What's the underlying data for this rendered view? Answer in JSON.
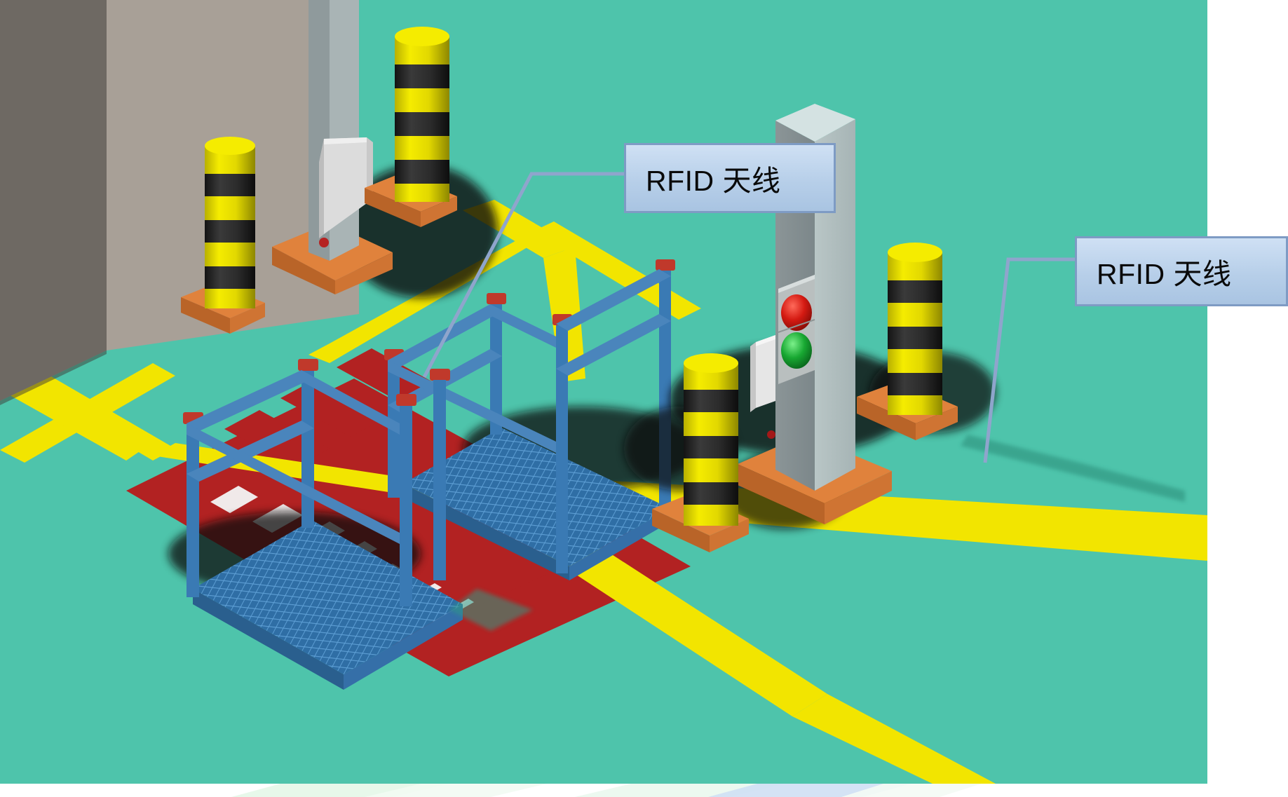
{
  "scene": {
    "title": "RFID warehouse gate 3D layout",
    "floor_color": "#4ec4ab",
    "lane_line_color": "#f2e500",
    "restricted_zone_color": "#b22222",
    "rack_color": "#2f6ea5",
    "rack_cap_color": "#c0392b",
    "bollard_body_color": "#efe600",
    "bollard_stripe_color": "#2b2b2b",
    "bollard_base_color": "#e0823c",
    "building_wall_left_color": "#6e6963",
    "building_wall_right_color": "#a8a097",
    "pillar_color": "#8f9a9c",
    "antenna_panel_color": "#dcdcdc",
    "signal_pole_color": "#9aa5a8",
    "signal_red_color": "#cc1111",
    "signal_green_color": "#1aa32e",
    "callout_fill_color": "#b7cfe9",
    "callout_border_color": "#7e9bc4"
  },
  "callouts": [
    {
      "id": "callout-1",
      "text": "RFID 天线",
      "target": "gate-pillar-antenna"
    },
    {
      "id": "callout-2",
      "text": "RFID 天线",
      "target": "signal-pole-antenna"
    }
  ],
  "objects": {
    "building": {
      "name": "warehouse-building"
    },
    "gate_pillar": {
      "name": "gate-pillar"
    },
    "antenna_panel": {
      "name": "rfid-antenna-panel"
    },
    "signal_pole": {
      "name": "traffic-signal-pole"
    },
    "traffic_light": {
      "lamps": [
        "red",
        "green"
      ]
    },
    "bollards_count": 4,
    "pallet_racks_count": 2,
    "floor_markings": [
      "yellow lane lines",
      "red restricted zone",
      "white floor text"
    ]
  }
}
